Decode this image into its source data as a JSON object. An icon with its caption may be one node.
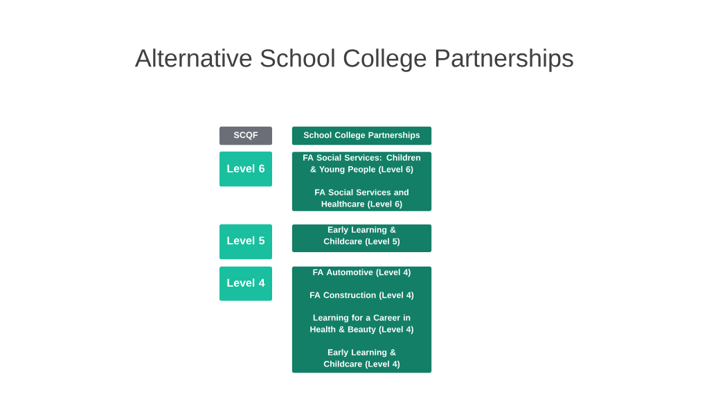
{
  "diagram": {
    "title": "Alternative School College Partnerships",
    "nodes": [
      {
        "text": [
          "SCQF"
        ]
      },
      {
        "text": [
          "School College Partnerships"
        ]
      },
      {
        "text": [
          "Level 6"
        ]
      },
      {
        "text": [
          "FA Social Services: Children & Young People (Level 6)",
          "FA Social Services and Healthcare (Level 6)"
        ]
      },
      {
        "text": [
          "Level 5"
        ]
      },
      {
        "text": [
          "Early Learning & Childcare (Level 5)"
        ]
      },
      {
        "text": [
          "Level 4"
        ]
      },
      {
        "text": [
          "FA Automotive (Level 4)",
          "FA Construction (Level 4)",
          "Learning for a Career in Health & Beauty (Level 4)",
          "Early Learning & Childcare (Level 4)"
        ]
      }
    ]
  }
}
